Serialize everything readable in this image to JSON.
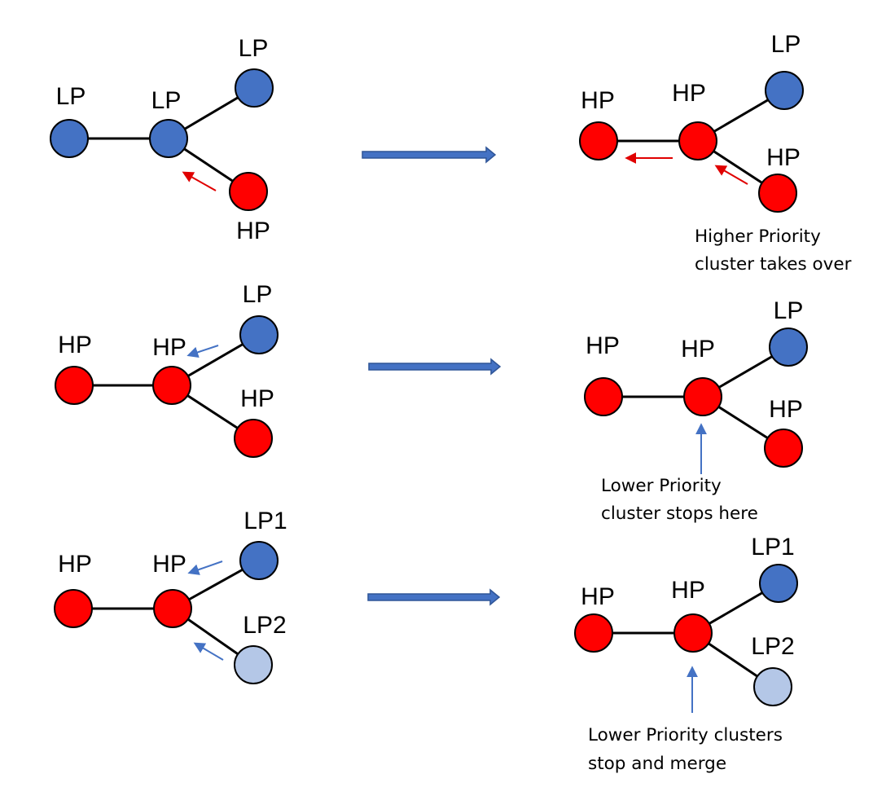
{
  "colors": {
    "high_priority": "#ff0000",
    "low_priority": "#4472c4",
    "low_priority_light": "#b4c7e7",
    "transition_arrow": "#4472c4",
    "flow_red": "#e00000",
    "flow_blue": "#4472c4"
  },
  "rows": [
    {
      "before": {
        "labels": [
          "LP",
          "LP",
          "LP",
          "HP"
        ],
        "node_types": [
          "low",
          "low",
          "low",
          "high"
        ]
      },
      "after": {
        "labels": [
          "HP",
          "HP",
          "LP",
          "HP"
        ],
        "node_types": [
          "high",
          "high",
          "low",
          "high"
        ],
        "caption": [
          "Higher Priority",
          "cluster takes over"
        ]
      }
    },
    {
      "before": {
        "labels": [
          "HP",
          "HP",
          "LP",
          "HP"
        ],
        "node_types": [
          "high",
          "high",
          "low",
          "high"
        ]
      },
      "after": {
        "labels": [
          "HP",
          "HP",
          "LP",
          "HP"
        ],
        "node_types": [
          "high",
          "high",
          "low",
          "high"
        ],
        "caption": [
          "Lower Priority",
          "cluster stops here"
        ]
      }
    },
    {
      "before": {
        "labels": [
          "HP",
          "HP",
          "LP1",
          "LP2"
        ],
        "node_types": [
          "high",
          "high",
          "low",
          "low-light"
        ]
      },
      "after": {
        "labels": [
          "HP",
          "HP",
          "LP1",
          "LP2"
        ],
        "node_types": [
          "high",
          "high",
          "low",
          "low-light"
        ],
        "caption": [
          "Lower Priority clusters",
          "stop and merge"
        ]
      }
    }
  ]
}
